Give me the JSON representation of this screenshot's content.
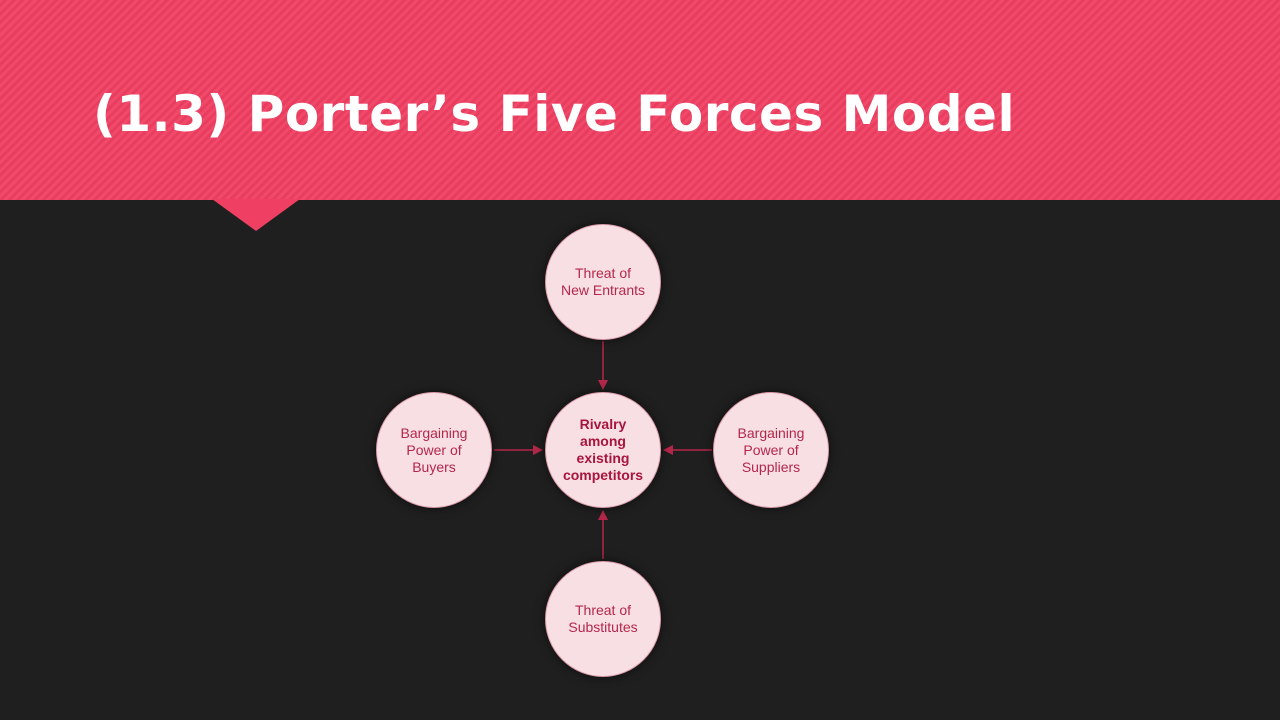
{
  "slide": {
    "title": "(1.3) Porter’s Five Forces Model"
  },
  "colors": {
    "banner": "#ef3f62",
    "background": "#1f1f1f",
    "node_fill": "#f7dfe4",
    "node_text": "#b5274a",
    "arrow": "#b5274a"
  },
  "diagram": {
    "center": {
      "label": "Rivalry\namong\nexisting\ncompetitors"
    },
    "forces": {
      "top": {
        "label": "Threat of\nNew Entrants"
      },
      "left": {
        "label": "Bargaining\nPower of\nBuyers"
      },
      "right": {
        "label": "Bargaining\nPower of\nSuppliers"
      },
      "bottom": {
        "label": "Threat of\nSubstitutes"
      }
    }
  }
}
